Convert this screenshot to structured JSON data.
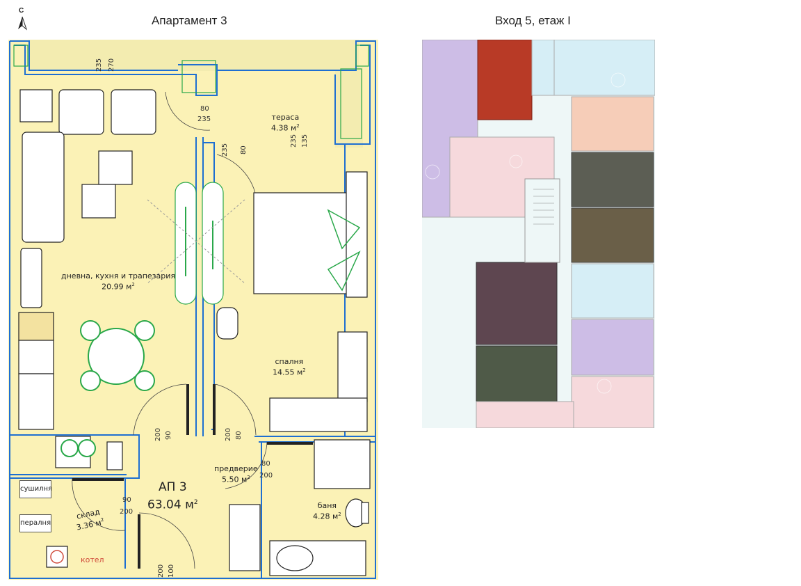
{
  "compass": {
    "letter": "С"
  },
  "titles": {
    "left": "Апартамент 3",
    "right": "Вход 5, етаж I"
  },
  "rooms": {
    "terrace": {
      "name": "тераса",
      "area": "4.38 м",
      "sup": "2"
    },
    "living": {
      "name": "дневна, кухня и трапезария",
      "area": "20.99 м",
      "sup": "2"
    },
    "bedroom": {
      "name": "спалня",
      "area": "14.55 м",
      "sup": "2"
    },
    "hall": {
      "name": "предверие",
      "area": "5.50 м",
      "sup": "2"
    },
    "storage": {
      "name": "склад",
      "area": "3.36 м",
      "sup": "2"
    },
    "bath": {
      "name": "баня",
      "area": "4.28 м",
      "sup": "2"
    }
  },
  "apartment": {
    "code": "АП 3",
    "area": "63.04 м",
    "sup": "2"
  },
  "dims": {
    "d235a": "235",
    "d270": "270",
    "d80a": "80",
    "d235b": "235",
    "d235c": "235",
    "d80b": "80",
    "d235d": "235",
    "d135": "135",
    "d90a": "90",
    "d200a": "200",
    "d80c": "80",
    "d200b": "200",
    "d80d": "80",
    "d200c": "200",
    "d90b": "90",
    "d200d": "200",
    "d100": "100",
    "d200e": "200"
  },
  "appliances": {
    "dryer": "сушилня",
    "washer": "пералня",
    "boiler": "котел"
  },
  "colors": {
    "apartment_fill": "#fbf2b6",
    "wall_outline": "#1e6fd1",
    "furniture_line": "#2aa84a",
    "highlight_unit": "#b83a26"
  }
}
